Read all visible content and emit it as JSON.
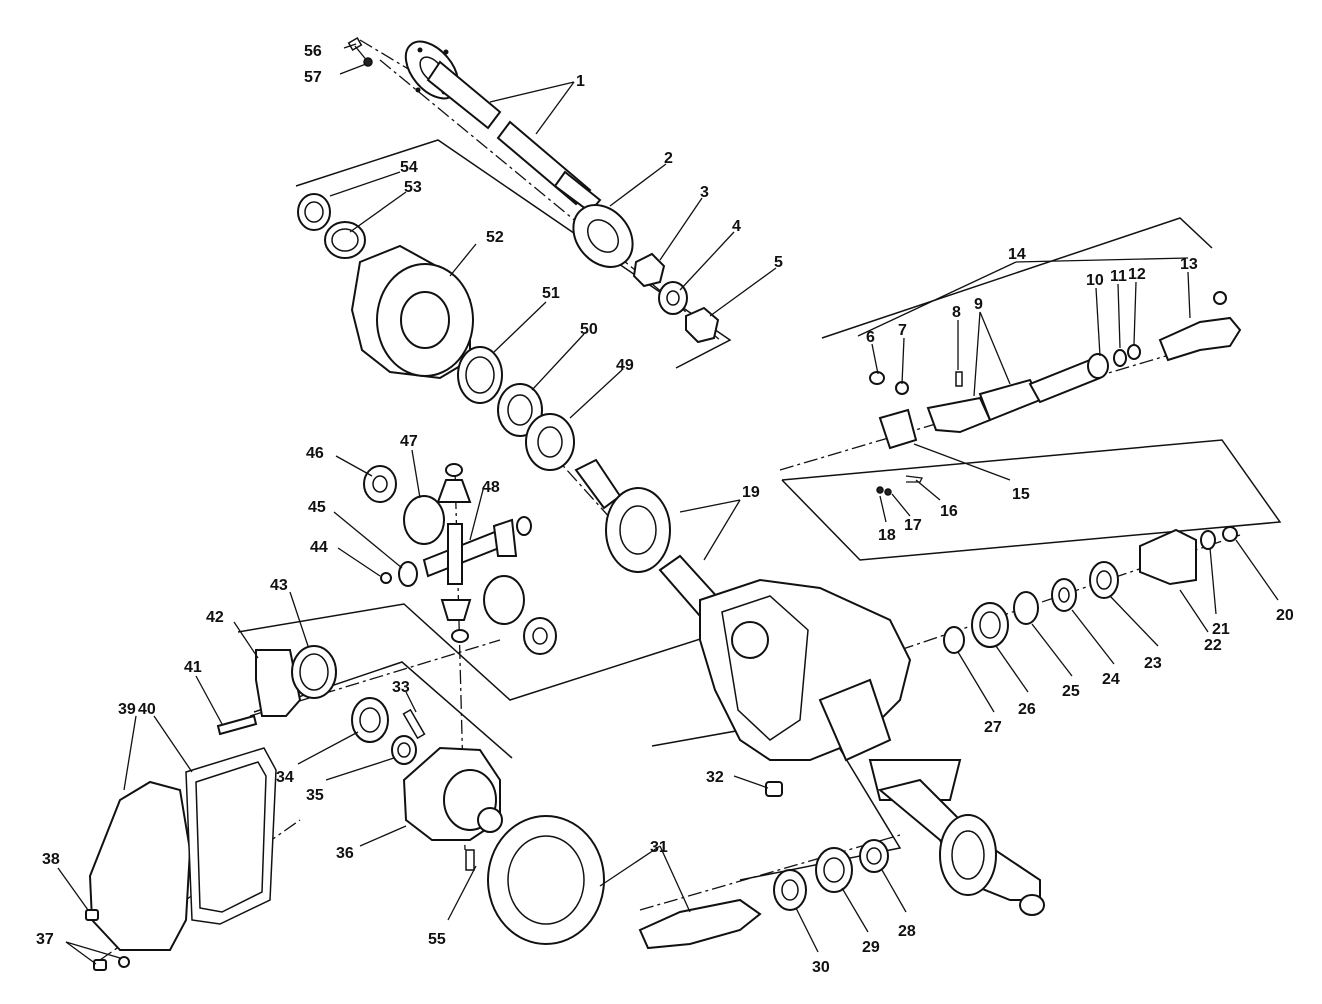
{
  "diagram": {
    "callouts": [
      "1",
      "2",
      "3",
      "4",
      "5",
      "6",
      "7",
      "8",
      "9",
      "10",
      "11",
      "12",
      "13",
      "14",
      "15",
      "16",
      "17",
      "18",
      "19",
      "20",
      "21",
      "22",
      "23",
      "24",
      "25",
      "26",
      "27",
      "28",
      "29",
      "30",
      "31",
      "32",
      "33",
      "34",
      "35",
      "36",
      "37",
      "38",
      "39",
      "40",
      "41",
      "42",
      "43",
      "44",
      "45",
      "46",
      "47",
      "48",
      "49",
      "50",
      "51",
      "52",
      "53",
      "54",
      "55",
      "56",
      "57"
    ]
  }
}
